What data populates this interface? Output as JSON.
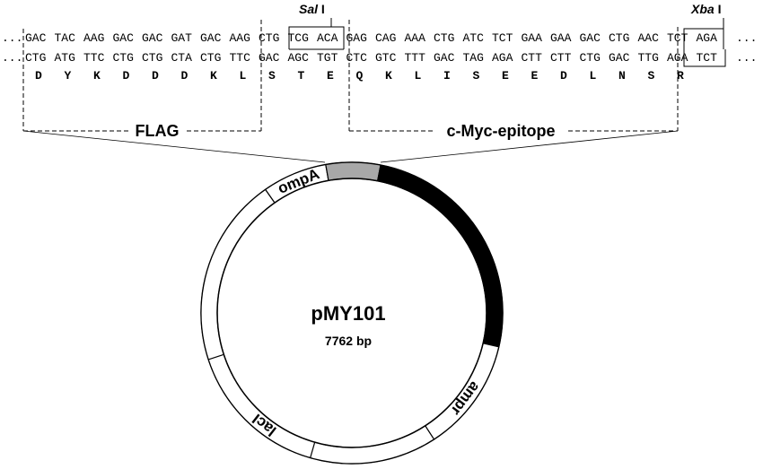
{
  "sequence": {
    "lead": "...",
    "tail": "...",
    "top_strand": [
      "GAC",
      "TAC",
      "AAG",
      "GAC",
      "GAC",
      "GAT",
      "GAC",
      "AAG",
      "CTG",
      "TCG",
      "ACA",
      "GAG",
      "CAG",
      "AAA",
      "CTG",
      "ATC",
      "TCT",
      "GAA",
      "GAA",
      "GAC",
      "CTG",
      "AAC",
      "TCT",
      "AGA"
    ],
    "bottom_strand": [
      "CTG",
      "ATG",
      "TTC",
      "CTG",
      "CTG",
      "CTA",
      "CTG",
      "TTC",
      "GAC",
      "AGC",
      "TGT",
      "CTC",
      "GTC",
      "TTT",
      "GAC",
      "TAG",
      "AGA",
      "CTT",
      "CTT",
      "CTG",
      "GAC",
      "TTG",
      "AGA",
      "TCT"
    ],
    "amino_acids": [
      "D",
      "Y",
      "K",
      "D",
      "D",
      "D",
      "K",
      "L",
      "S",
      "T",
      "E",
      "Q",
      "K",
      "L",
      "I",
      "S",
      "E",
      "E",
      "D",
      "L",
      "N",
      "S",
      "R"
    ]
  },
  "restriction_sites": [
    {
      "name_italic": "Sal",
      "name_suffix": " I"
    },
    {
      "name_italic": "Xba",
      "name_suffix": " I"
    }
  ],
  "regions": {
    "flag_label": "FLAG",
    "myc_label": "c-Myc-epitope"
  },
  "plasmid": {
    "name": "pMY101",
    "size": "7762 bp",
    "segments": [
      {
        "label": "ompA",
        "fill": "#ffffff"
      },
      {
        "label": "",
        "fill": "#aaaaaa"
      },
      {
        "label": "",
        "fill": "#000000"
      },
      {
        "label": "ampr",
        "fill": "#ffffff"
      },
      {
        "label": "lacI",
        "fill": "#ffffff"
      }
    ]
  },
  "colors": {
    "ink": "#000000",
    "epitope_insert": "#aaaaaa",
    "amp_gene": "#000000"
  }
}
